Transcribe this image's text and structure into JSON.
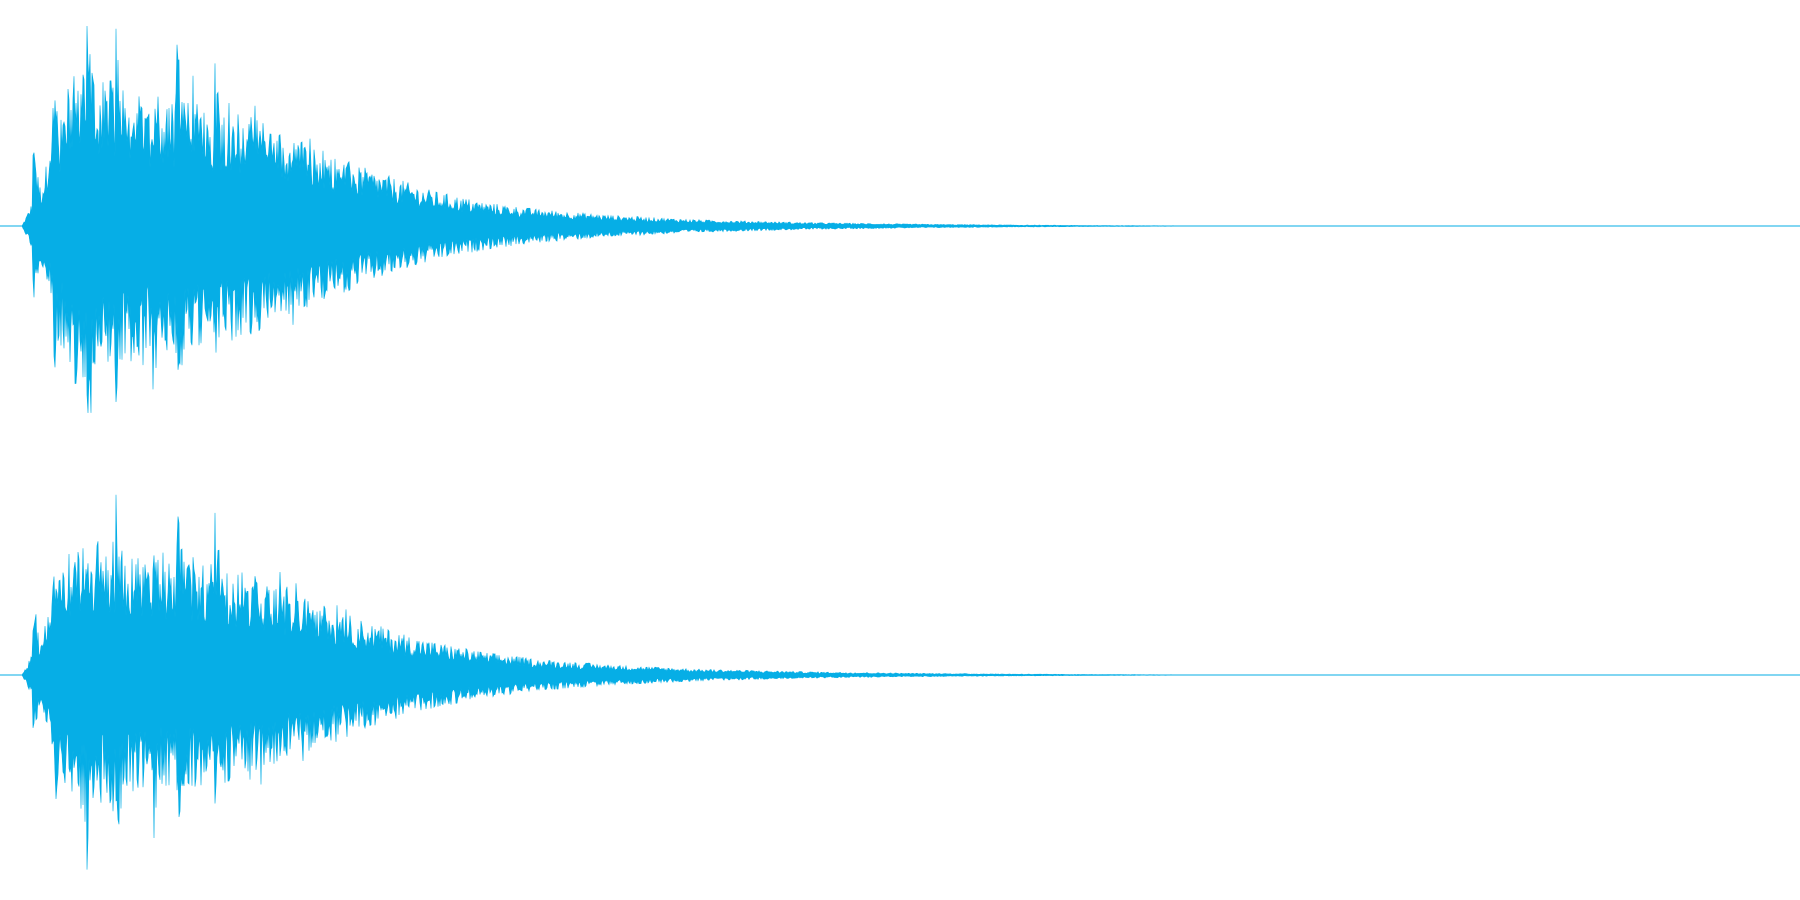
{
  "waveform": {
    "color": "#06aee6",
    "background": "#ffffff",
    "duration_fraction_visible": 1.0,
    "channels": [
      {
        "id": "channel-1",
        "peak_events": [
          0.02,
          0.058,
          0.12,
          0.175,
          0.245,
          0.29,
          0.36
        ],
        "envelope": [
          [
            0.0,
            0.0
          ],
          [
            0.012,
            0.25
          ],
          [
            0.02,
            0.55
          ],
          [
            0.03,
            0.8
          ],
          [
            0.045,
            0.75
          ],
          [
            0.06,
            0.7
          ],
          [
            0.075,
            0.6
          ],
          [
            0.09,
            0.65
          ],
          [
            0.11,
            0.6
          ],
          [
            0.13,
            0.55
          ],
          [
            0.15,
            0.45
          ],
          [
            0.17,
            0.38
          ],
          [
            0.19,
            0.3
          ],
          [
            0.21,
            0.24
          ],
          [
            0.23,
            0.18
          ],
          [
            0.26,
            0.12
          ],
          [
            0.29,
            0.085
          ],
          [
            0.33,
            0.055
          ],
          [
            0.38,
            0.032
          ],
          [
            0.44,
            0.018
          ],
          [
            0.5,
            0.01
          ],
          [
            0.56,
            0.005
          ],
          [
            0.6,
            0.003
          ],
          [
            0.64,
            0.0015
          ],
          [
            0.7,
            0.0
          ]
        ]
      },
      {
        "id": "channel-2",
        "peak_events": [
          0.02,
          0.058,
          0.12,
          0.175,
          0.245,
          0.29,
          0.36
        ],
        "envelope": [
          [
            0.0,
            0.0
          ],
          [
            0.012,
            0.22
          ],
          [
            0.02,
            0.5
          ],
          [
            0.03,
            0.68
          ],
          [
            0.045,
            0.65
          ],
          [
            0.06,
            0.62
          ],
          [
            0.075,
            0.55
          ],
          [
            0.09,
            0.58
          ],
          [
            0.11,
            0.55
          ],
          [
            0.13,
            0.5
          ],
          [
            0.15,
            0.42
          ],
          [
            0.17,
            0.35
          ],
          [
            0.19,
            0.28
          ],
          [
            0.21,
            0.22
          ],
          [
            0.23,
            0.17
          ],
          [
            0.26,
            0.115
          ],
          [
            0.29,
            0.08
          ],
          [
            0.33,
            0.052
          ],
          [
            0.38,
            0.03
          ],
          [
            0.44,
            0.017
          ],
          [
            0.5,
            0.009
          ],
          [
            0.56,
            0.005
          ],
          [
            0.6,
            0.003
          ],
          [
            0.64,
            0.0015
          ],
          [
            0.7,
            0.0
          ]
        ]
      }
    ]
  }
}
